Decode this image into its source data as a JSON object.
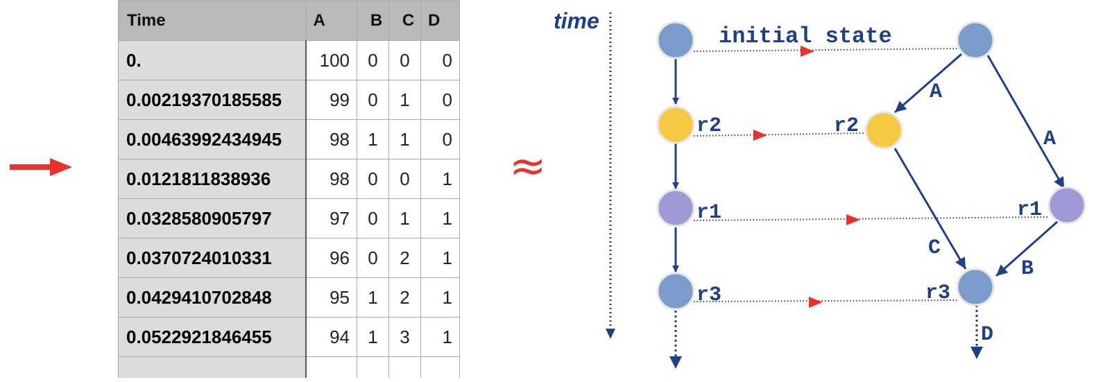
{
  "table": {
    "headers": [
      "Time",
      "A",
      "B",
      "C",
      "D"
    ],
    "rows": [
      {
        "time": "0.",
        "a": "100",
        "b": "0",
        "c": "0",
        "d": "0"
      },
      {
        "time": "0.00219370185585",
        "a": "99",
        "b": "0",
        "c": "1",
        "d": "0"
      },
      {
        "time": "0.00463992434945",
        "a": "98",
        "b": "1",
        "c": "1",
        "d": "0"
      },
      {
        "time": "0.0121811838936",
        "a": "98",
        "b": "0",
        "c": "0",
        "d": "1"
      },
      {
        "time": "0.0328580905797",
        "a": "97",
        "b": "0",
        "c": "1",
        "d": "1"
      },
      {
        "time": "0.0370724010331",
        "a": "96",
        "b": "0",
        "c": "2",
        "d": "1"
      },
      {
        "time": "0.0429410702848",
        "a": "95",
        "b": "1",
        "c": "2",
        "d": "1"
      },
      {
        "time": "0.0522921846455",
        "a": "94",
        "b": "1",
        "c": "3",
        "d": "1"
      }
    ]
  },
  "approx_symbol": "≈",
  "diagram": {
    "time_label": "time",
    "initial_state_label": "initial state",
    "state_labels": {
      "left_r2": "r2",
      "left_r1": "r1",
      "left_r3": "r3",
      "right_r2": "r2",
      "right_r1": "r1",
      "right_r3": "r3"
    },
    "edge_labels": {
      "a1": "A",
      "a2": "A",
      "c": "C",
      "b": "B",
      "d": "D"
    }
  },
  "colors": {
    "blue_node": "#7b9bcb",
    "yellow_node": "#f6c944",
    "purple_node": "#9e9ad6",
    "dark_blue": "#1f3f86",
    "red": "#e8322b"
  }
}
